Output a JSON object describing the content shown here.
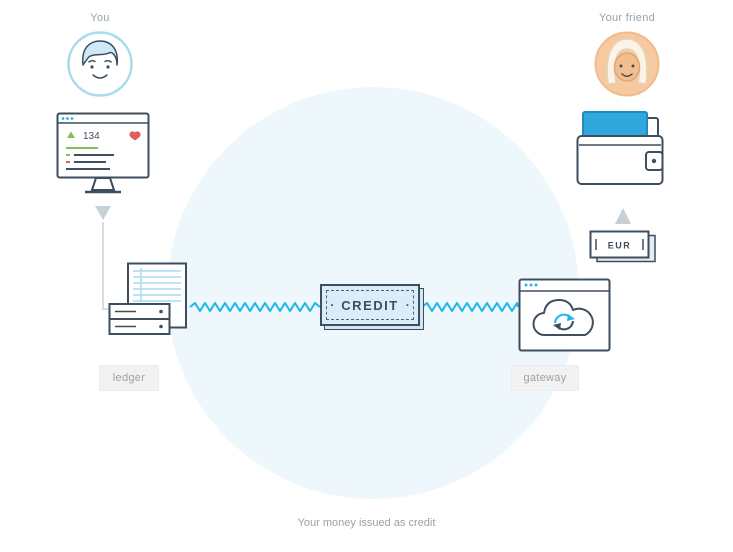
{
  "labels": {
    "you": "You",
    "your_friend": "Your friend",
    "ledger": "ledger",
    "gateway": "gateway",
    "caption": "Your money issued as credit"
  },
  "monitor": {
    "value": "134"
  },
  "credit_stamp": {
    "text": "CREDIT",
    "decor": "·"
  },
  "eur_note": {
    "text": "EUR"
  },
  "icons": {
    "avatar_you": "male-avatar-icon",
    "avatar_friend": "female-avatar-icon",
    "monitor": "monitor-chart-icon",
    "ledger": "ledger-server-icon",
    "gateway": "cloud-sync-browser-icon",
    "wallet": "wallet-cards-icon",
    "eur": "banknote-icon",
    "arrow_down": "down-arrow-icon",
    "arrow_up": "up-arrow-icon",
    "zigzag": "zigzag-link"
  },
  "colors": {
    "accent_cyan": "#1fb6ea",
    "outline": "#3e4e5e",
    "circle_bg": "#eef7fb",
    "stamp_bg": "#d9edf8",
    "green": "#7cc35a",
    "red": "#e25c5c",
    "peach": "#f6c9a1",
    "gray_text": "#98a2aa"
  }
}
